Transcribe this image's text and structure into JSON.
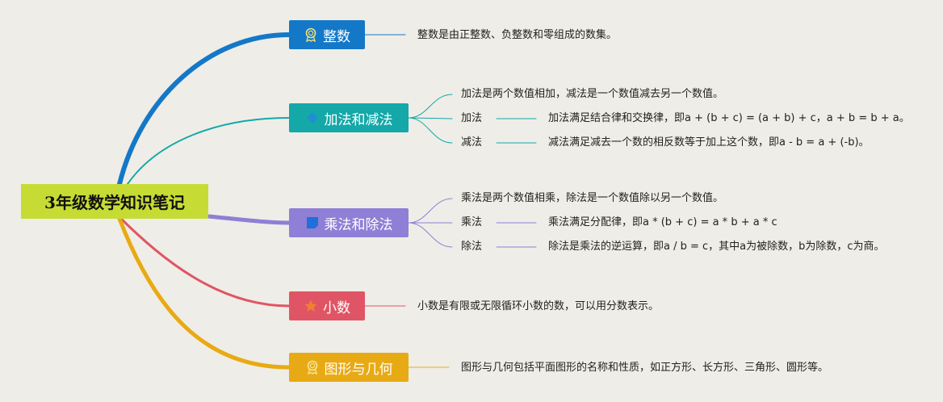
{
  "root": {
    "label": "3年级数学知识笔记",
    "color": "#c6dc34"
  },
  "branches": [
    {
      "id": "integers",
      "label": "整数",
      "color": "#1478c8",
      "icon": "ribbon-award-icon",
      "description": "整数是由正整数、负整数和零组成的数集。"
    },
    {
      "id": "add-sub",
      "label": "加法和减法",
      "color": "#14a8a8",
      "icon": "diamond-icon",
      "description": "加法是两个数值相加，减法是一个数值减去另一个数值。",
      "children": [
        {
          "label": "加法",
          "description": "加法满足结合律和交换律，即a + (b + c) = (a + b) + c，a + b = b + a。"
        },
        {
          "label": "减法",
          "description": "减法满足减去一个数的相反数等于加上这个数，即a - b = a + (-b)。"
        }
      ]
    },
    {
      "id": "mul-div",
      "label": "乘法和除法",
      "color": "#8f7fd6",
      "icon": "square-icon",
      "description": "乘法是两个数值相乘，除法是一个数值除以另一个数值。",
      "children": [
        {
          "label": "乘法",
          "description": "乘法满足分配律，即a * (b + c) = a * b + a * c"
        },
        {
          "label": "除法",
          "description": "除法是乘法的逆运算，即a / b = c，其中a为被除数，b为除数，c为商。"
        }
      ]
    },
    {
      "id": "decimals",
      "label": "小数",
      "color": "#e05565",
      "icon": "star-icon",
      "description": "小数是有限或无限循环小数的数，可以用分数表示。"
    },
    {
      "id": "geometry",
      "label": "图形与几何",
      "color": "#e8aa14",
      "icon": "ribbon-award-icon",
      "description": "图形与几何包括平面图形的名称和性质，如正方形、长方形、三角形、圆形等。"
    }
  ]
}
